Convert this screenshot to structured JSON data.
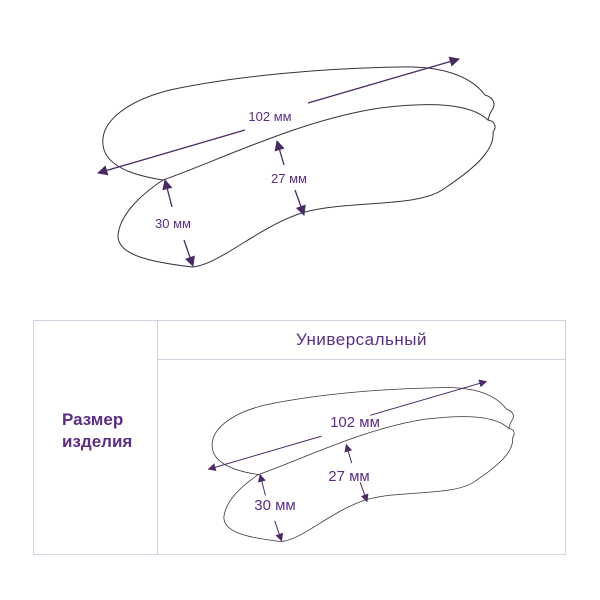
{
  "top_figure": {
    "length_label": "102 мм",
    "mid_width_label": "27 мм",
    "end_width_label": "30 мм"
  },
  "table": {
    "column_header": "Универсальный",
    "row_header_line1": "Размер",
    "row_header_line2": "изделия",
    "figure": {
      "length_label": "102 мм",
      "mid_width_label": "27 мм",
      "end_width_label": "30 мм"
    }
  },
  "colors": {
    "accent": "#5b2e84",
    "outline": "#3a3040",
    "border": "#d8cfe2"
  }
}
